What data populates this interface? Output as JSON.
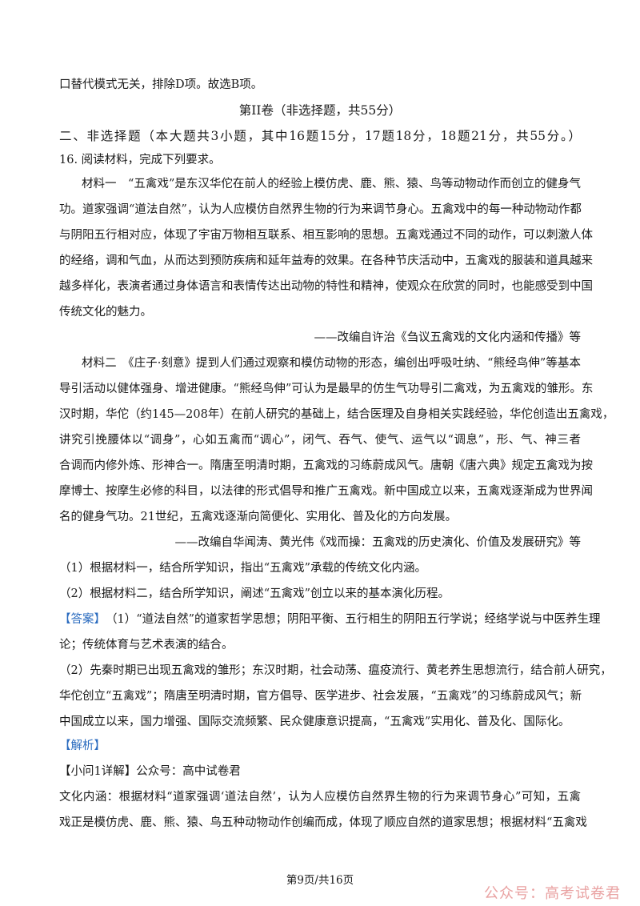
{
  "lines": [
    "口替代模式无关，排除D项。故选B项。",
    "第II卷（非选择题，共55分）",
    "二、非选择题（本大题共3小题，其中16题15分，17题18分，18题21分，共55分。）",
    "16. 阅读材料，完成下列要求。",
    "材料一　“五禽戏”是东汉华佗在前人的经验上模仿虎、鹿、熊、猿、鸟等动物动作而创立的健身气",
    "功。道家强调“道法自然”，认为人应模仿自然界生物的行为来调节身心。五禽戏中的每一种动物动作都",
    "与阴阳五行相对应，体现了宇宙万物相互联系、相互影响的思想。五禽戏通过不同的动作，可以刺激人体",
    "的经络，调和气血，从而达到预防疾病和延年益寿的效果。在各种节庆活动中，五禽戏的服装和道具越来",
    "越多样化，表演者通过身体语言和表情传达出动物的特性和精神，使观众在欣赏的同时，也能感受到中国",
    "传统文化的魅力。",
    "——改编自许治《刍议五禽戏的文化内涵和传播》等",
    "材料二　《庄子·刻意》提到人们通过观察和模仿动物的形态，编创出呼吸吐纳、“熊经鸟伸”等基本",
    "导引活动以健体强身、增进健康。“熊经鸟伸”可认为是最早的仿生气功导引二禽戏，为五禽戏的雏形。东",
    "汉时期，华佗（约145—208年）在前人研究的基础上，结合医理及自身相关实践经验，华佗创造出五禽戏，",
    "讲究引挽腰体以“调身”，心如五禽而“调心”，闭气、吞气、使气、运气以“调息”，形、气、神三者",
    "合调而内修外炼、形神合一。隋唐至明清时期，五禽戏的习练蔚成风气。唐朝《唐六典》规定五禽戏为按",
    "摩博士、按摩生必修的科目，以法律的形式倡导和推广五禽戏。新中国成立以来，五禽戏逐渐成为世界闻",
    "名的健身气功。21世纪，五禽戏逐渐向简便化、实用化、普及化的方向发展。",
    "——改编自华闻涛、黄光伟《戏而操：五禽戏的历史演化、价值及发展研究》等",
    "（1）根据材料一，结合所学知识，指出“五禽戏”承载的传统文化内涵。",
    "（2）根据材料二，结合所学知识，阐述“五禽戏”创立以来的基本演化历程。",
    "（1）“道法自然”的道家哲学思想；阴阳平衡、五行相生的阴阳五行学说；经络学说与中医养生理",
    "论；传统体育与艺术表演的结合。",
    "（2）先秦时期已出现五禽戏的雏形；东汉时期，社会动荡、瘟疫流行、黄老养生思想流行，结合前人研究，",
    "华佗创立“五禽戏”；隋唐至明清时期，官方倡导、医学进步、社会发展，“五禽戏”的习练蔚成风气；新",
    "中国成立以来，国力增强、国际交流频繁、民众健康意识提高，“五禽戏”实用化、普及化、国际化。",
    "【解析】",
    "【小问1详解】公众号：高中试卷君",
    "文化内涵：根据材料“道家强调‘道法自然’，认为人应模仿自然界生物的行为来调节身心”可知，五禽",
    "戏正是模仿虎、鹿、熊、猿、鸟五种动物动作创编而成，体现了顺应自然的道家思想；根据材料“五禽戏"
  ],
  "answer_tag": "【答案】",
  "footer": "第9页/共16页",
  "watermark": "公众号：高考试卷君",
  "colors": {
    "accent": "#2a6bbf",
    "watermark": "#e9a2a2"
  }
}
